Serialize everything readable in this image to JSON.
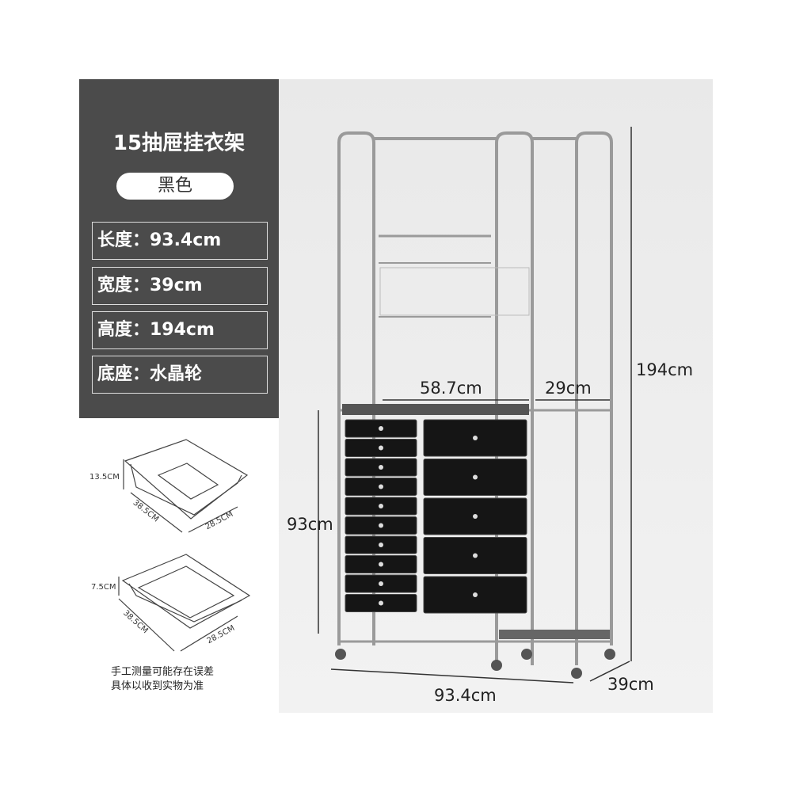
{
  "product": {
    "title": "15抽屉挂衣架",
    "color_label": "黑色",
    "specs": [
      {
        "text": "长度：93.4cm"
      },
      {
        "text": "宽度：39cm"
      },
      {
        "text": "高度：194cm"
      },
      {
        "text": "底座：水晶轮"
      }
    ]
  },
  "drawers": {
    "large": {
      "height": "13.5CM",
      "length": "38.5CM",
      "width": "28.5CM"
    },
    "small": {
      "height": "7.5CM",
      "length": "38.5CM",
      "width": "28.5CM"
    }
  },
  "note": {
    "line1": "手工测量可能存在误差",
    "line2": "具体以收到实物为准"
  },
  "dimensions": {
    "total_height": "194cm",
    "drawer_section_width": "58.7cm",
    "side_width": "29cm",
    "drawer_height": "93cm",
    "total_length": "93.4cm",
    "depth": "39cm"
  }
}
